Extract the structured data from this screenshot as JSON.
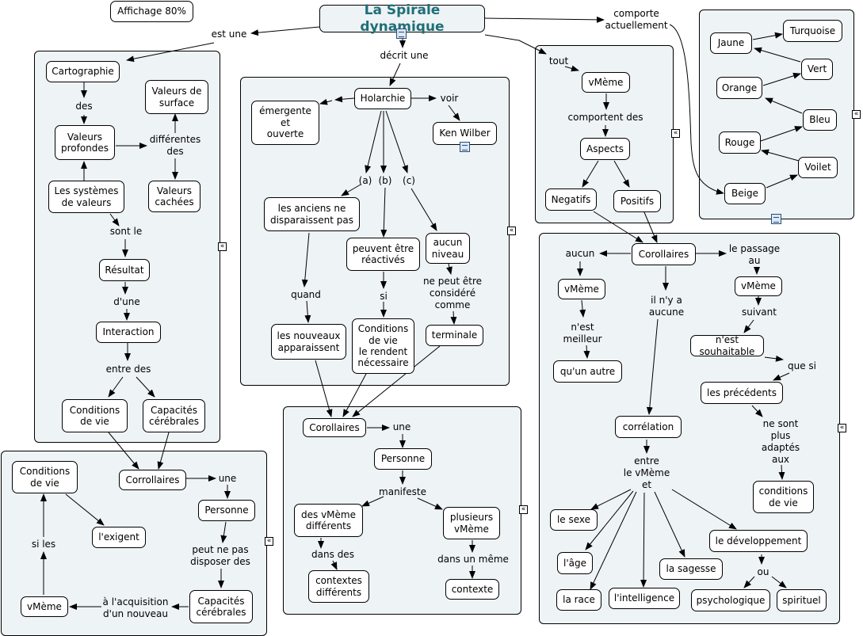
{
  "zoom_label": "Affichage 80%",
  "root": "La Spirale dynamique",
  "labels": {
    "est_une": "est une",
    "decrit_une": "décrit une",
    "comporte": "comporte\nactuellement",
    "tout": "tout",
    "comportent_des": "comportent des",
    "des": "des",
    "differentes_des": "différentes\ndes",
    "sont_le": "sont le",
    "d_une": "d'une",
    "entre_des": "entre des",
    "voir": "voir",
    "a": "(a)",
    "b": "(b)",
    "c": "(c)",
    "quand": "quand",
    "si": "si",
    "ne_peut_etre": "ne peut être\nconsidéré\ncomme",
    "une_mid": "une",
    "manifeste": "manifeste",
    "dans_des": "dans des",
    "dans_un_meme": "dans un même",
    "une_left": "une",
    "peut_ne_pas": "peut ne pas\ndisposer des",
    "acquisition": "à l'acquisition\nd'un nouveau",
    "si_les": "si les",
    "aucun": "aucun",
    "n_est_meilleur": "n'est\nmeilleur",
    "il_n_y_a": "il n'y a\naucune",
    "le_passage": "le passage\nau",
    "suivant": "suivant",
    "que_si": "que si",
    "ne_sont_plus": "ne sont\nplus\nadaptés\naux",
    "entre_vmeme": "entre\nle vMème\net",
    "ou": "ou"
  },
  "nodes": {
    "cartographie": "Cartographie",
    "valeurs_surface": "Valeurs de\nsurface",
    "valeurs_profondes": "Valeurs\nprofondes",
    "valeurs_cachees": "Valeurs\ncachées",
    "systemes": "Les systèmes\nde valeurs",
    "resultat": "Résultat",
    "interaction": "Interaction",
    "conditions_vie_1": "Conditions\nde vie",
    "capacites_1": "Capacités\ncérébrales",
    "holarchie": "Holarchie",
    "emergente": "émergente\net\nouverte",
    "ken_wilber": "Ken Wilber",
    "anciens": "les anciens ne\ndisparaissent pas",
    "reactives": "peuvent être\nréactivés",
    "aucun_niveau": "aucun\nniveau",
    "nouveaux": "les nouveaux\napparaissent",
    "conditions_rendent": "Conditions\nde vie\nle rendent\nnécessaire",
    "terminale": "terminale",
    "corollaires_mid": "Corollaires",
    "personne_mid": "Personne",
    "vmemes_diff": "des vMème\ndifférents",
    "plusieurs": "plusieurs\nvMème",
    "contextes_diff": "contextes\ndifférents",
    "contexte": "contexte",
    "corrollaires_left": "Corrollaires",
    "conditions_vie_2": "Conditions\nde vie",
    "exigent": "l'exigent",
    "personne_left": "Personne",
    "capacites_2": "Capacités\ncérébrales",
    "vmeme_left": "vMème",
    "vmeme_top": "vMème",
    "aspects": "Aspects",
    "negatifs": "Negatifs",
    "positifs": "Positifs",
    "jaune": "Jaune",
    "turquoise": "Turquoise",
    "orange": "Orange",
    "vert": "Vert",
    "bleu": "Bleu",
    "rouge": "Rouge",
    "voilet": "Voilet",
    "beige": "Beige",
    "corollaires_right": "Corollaires",
    "vmeme_r1": "vMème",
    "vmeme_r2": "vMème",
    "qu_un_autre": "qu'un autre",
    "n_est_souhaitable": "n'est souhaitable",
    "precedents": "les précédents",
    "correlation": "corrélation",
    "conditions_vie_3": "conditions\nde vie",
    "sexe": "le sexe",
    "age": "l'âge",
    "race": "la race",
    "intelligence": "l'intelligence",
    "sagesse": "la sagesse",
    "developpement": "le développement",
    "psychologique": "psychologique",
    "spirituel": "spirituel"
  }
}
